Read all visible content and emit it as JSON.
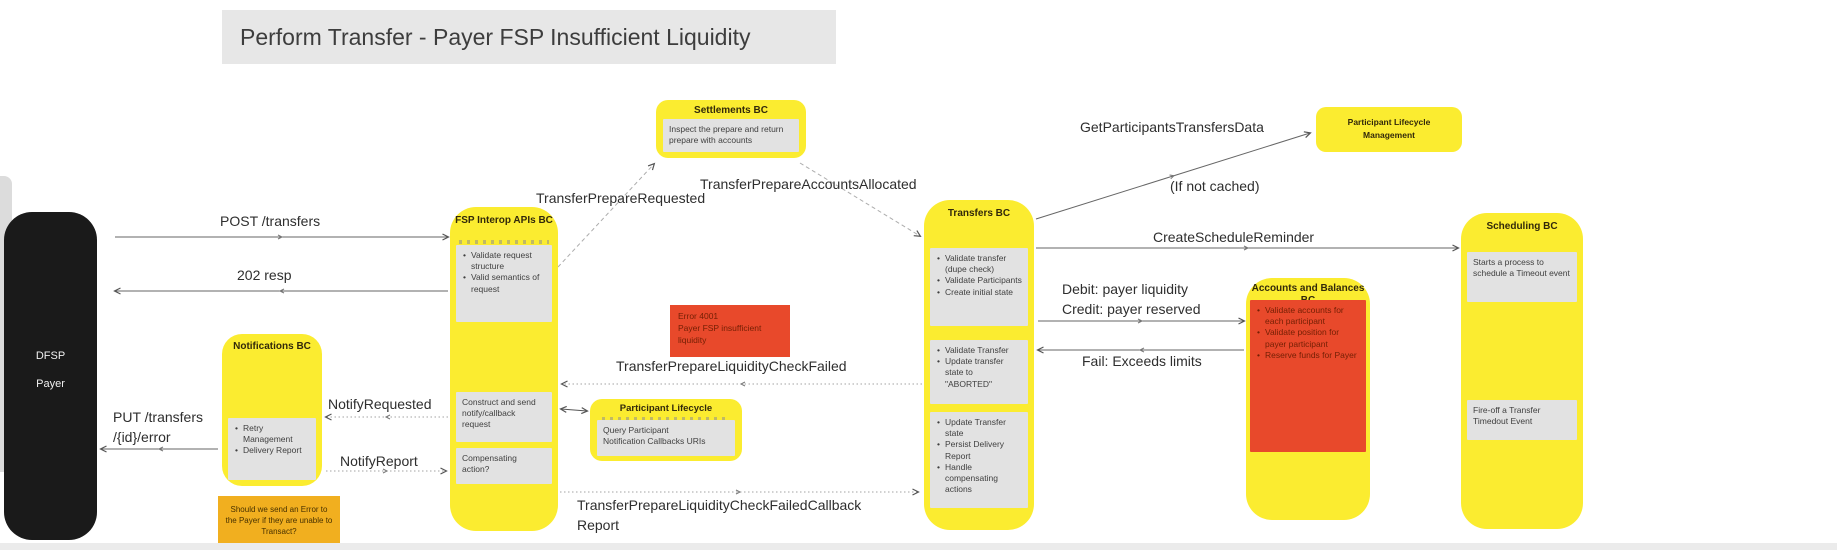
{
  "title": "Perform Transfer - Payer FSP Insufficient Liquidity",
  "colors": {
    "sticky_yellow": "#FBEC30",
    "card_gray": "#E2E2E2",
    "alert_red": "#E8492B",
    "note_orange": "#F1AF1F",
    "actor_black": "#1A1A1A",
    "title_bg": "#E7E7E7"
  },
  "actor": {
    "line1": "DFSP",
    "line2": "Payer"
  },
  "boxes": {
    "fsp_interop": {
      "header": "FSP Interop APIs BC",
      "validate_bullets": [
        "Validate request structure",
        "Valid semantics of request"
      ],
      "construct_text": "Construct and send notify/callback request",
      "compensating_text": "Compensating action?"
    },
    "notifications": {
      "header": "Notifications BC",
      "bullets": [
        "Retry Management",
        "Delivery Report"
      ]
    },
    "error_question": {
      "text": "Should we send an Error to the Payer if they are unable to Transact?"
    },
    "settlements": {
      "header": "Settlements BC",
      "body": "Inspect the prepare and return prepare with accounts"
    },
    "participant_lifecycle_mgmt": {
      "line1": "Participant Lifecycle",
      "line2": "Management"
    },
    "transfers": {
      "header": "Transfers BC",
      "s1": [
        "Validate transfer (dupe check)",
        "Validate Participants",
        "Create initial state"
      ],
      "s2": [
        "Validate Transfer",
        "Update transfer state to \"ABORTED\""
      ],
      "s3": [
        "Update Transfer state",
        "Persist Delivery Report",
        "Handle compensating actions"
      ]
    },
    "accounts_balances": {
      "header_line1": "Accounts and Balances",
      "header_line2": "BC",
      "bullets": [
        "Validate accounts for each participant",
        "Validate position for payer participant",
        "Reserve funds for Payer"
      ]
    },
    "scheduling": {
      "header": "Scheduling BC",
      "s1": "Starts a process to schedule a Timeout event",
      "s2": "Fire-off a Transfer Timedout Event"
    },
    "error_4001": {
      "line1": "Error 4001",
      "line2": "Payer FSP insufficient liquidity"
    },
    "participant_lifecycle": {
      "header": "Participant Lifecycle",
      "body_line1": "Query Participant",
      "body_line2": "Notification Callbacks URIs"
    }
  },
  "arrow_labels": {
    "post_transfers": "POST /transfers",
    "resp_202": "202 resp",
    "transfer_prepare_requested": "TransferPrepareRequested",
    "transfer_prepare_accounts_allocated": "TransferPrepareAccountsAllocated",
    "get_participants_transfers_data": "GetParticipantsTransfersData",
    "if_not_cached": "(If not cached)",
    "create_schedule_reminder": "CreateScheduleReminder",
    "debit_line": "Debit: payer liquidity",
    "credit_line": "Credit: payer reserved",
    "fail_exceeds_limits": "Fail: Exceeds limits",
    "liquidity_check_failed": "TransferPrepareLiquidityCheckFailed",
    "notify_requested": "NotifyRequested",
    "notify_report": "NotifyReport",
    "put_transfers_line1": "PUT /transfers",
    "put_transfers_line2": "/{id}/error",
    "callback_line1": "TransferPrepareLiquidityCheckFailedCallback",
    "callback_line2": "Report"
  }
}
